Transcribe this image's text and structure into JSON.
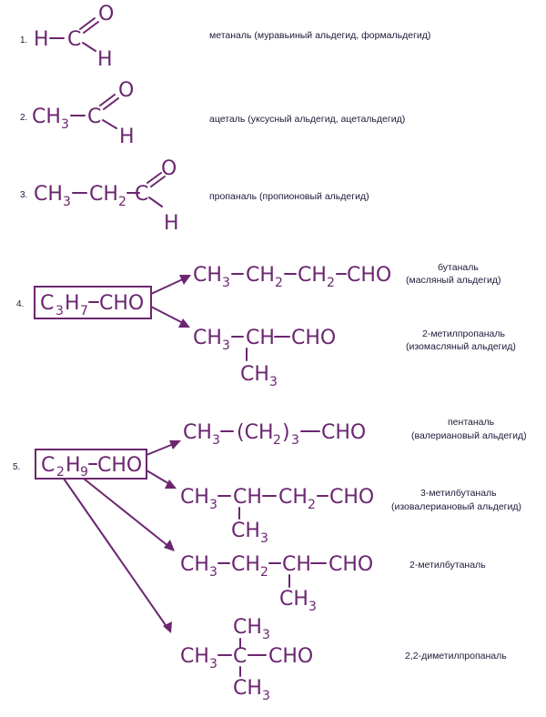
{
  "colors": {
    "ink": "#6b2670",
    "text": "#1a1a3a",
    "background": "#ffffff"
  },
  "items": [
    {
      "number": "1.",
      "name": "метаналь (муравьиный альдегид, формальдегид)",
      "atoms": {
        "h_left": "H",
        "c": "C",
        "o": "O",
        "h": "H"
      }
    },
    {
      "number": "2.",
      "name": "ацеталь (уксусный альдегид, ацетальдегид)",
      "atoms": {
        "ch3": "CH",
        "sub3": "3",
        "c": "C",
        "o": "O",
        "h": "H"
      }
    },
    {
      "number": "3.",
      "name": "пропаналь (пропионовый альдегид)",
      "atoms": {
        "ch3": "CH",
        "sub3": "3",
        "ch2": "CH",
        "sub2": "2",
        "c": "C",
        "o": "O",
        "h": "H"
      }
    },
    {
      "number": "4.",
      "formula": {
        "c": "C",
        "s1": "3",
        "h": "H",
        "s2": "7",
        "cho": "CHO"
      },
      "isomers": [
        {
          "name_line1": "бутаналь",
          "name_line2": "(масляный альдегид)",
          "chain": [
            {
              "t": "CH",
              "s": "3"
            },
            {
              "t": "CH",
              "s": "2"
            },
            {
              "t": "CH",
              "s": "2"
            },
            {
              "t": "CHO",
              "s": ""
            }
          ]
        },
        {
          "name_line1": "2-метилпропаналь",
          "name_line2": "(изомасляный альдегид)",
          "chain": [
            {
              "t": "CH",
              "s": "3"
            },
            {
              "t": "CH",
              "s": ""
            },
            {
              "t": "CHO",
              "s": ""
            }
          ],
          "branch": {
            "t": "CH",
            "s": "3"
          }
        }
      ]
    },
    {
      "number": "5.",
      "formula": {
        "c": "C",
        "s1": "2",
        "h": "H",
        "s2": "9",
        "cho": "CHO"
      },
      "isomers": [
        {
          "name_line1": "пентаналь",
          "name_line2": "(валериановый альдегид)",
          "chain": [
            {
              "t": "CH",
              "s": "3"
            },
            {
              "t": "(CH",
              "s": "2"
            },
            {
              "t": ")",
              "s": "3"
            },
            {
              "t": "CHO",
              "s": ""
            }
          ]
        },
        {
          "name_line1": "3-метилбутаналь",
          "name_line2": "(изовалериановый альдегид)",
          "chain": [
            {
              "t": "CH",
              "s": "3"
            },
            {
              "t": "CH",
              "s": ""
            },
            {
              "t": "CH",
              "s": "2"
            },
            {
              "t": "CHO",
              "s": ""
            }
          ],
          "branch": {
            "t": "CH",
            "s": "3"
          }
        },
        {
          "name_line1": "2-метилбутаналь",
          "chain": [
            {
              "t": "CH",
              "s": "3"
            },
            {
              "t": "CH",
              "s": "2"
            },
            {
              "t": "CH",
              "s": ""
            },
            {
              "t": "CHO",
              "s": ""
            }
          ],
          "branch": {
            "t": "CH",
            "s": "3"
          }
        },
        {
          "name_line1": "2,2-диметилпропаналь",
          "chain": [
            {
              "t": "CH",
              "s": "3"
            },
            {
              "t": "C",
              "s": ""
            },
            {
              "t": "CHO",
              "s": ""
            }
          ],
          "branch_top": {
            "t": "CH",
            "s": "3"
          },
          "branch_bottom": {
            "t": "CH",
            "s": "3"
          }
        }
      ]
    }
  ]
}
